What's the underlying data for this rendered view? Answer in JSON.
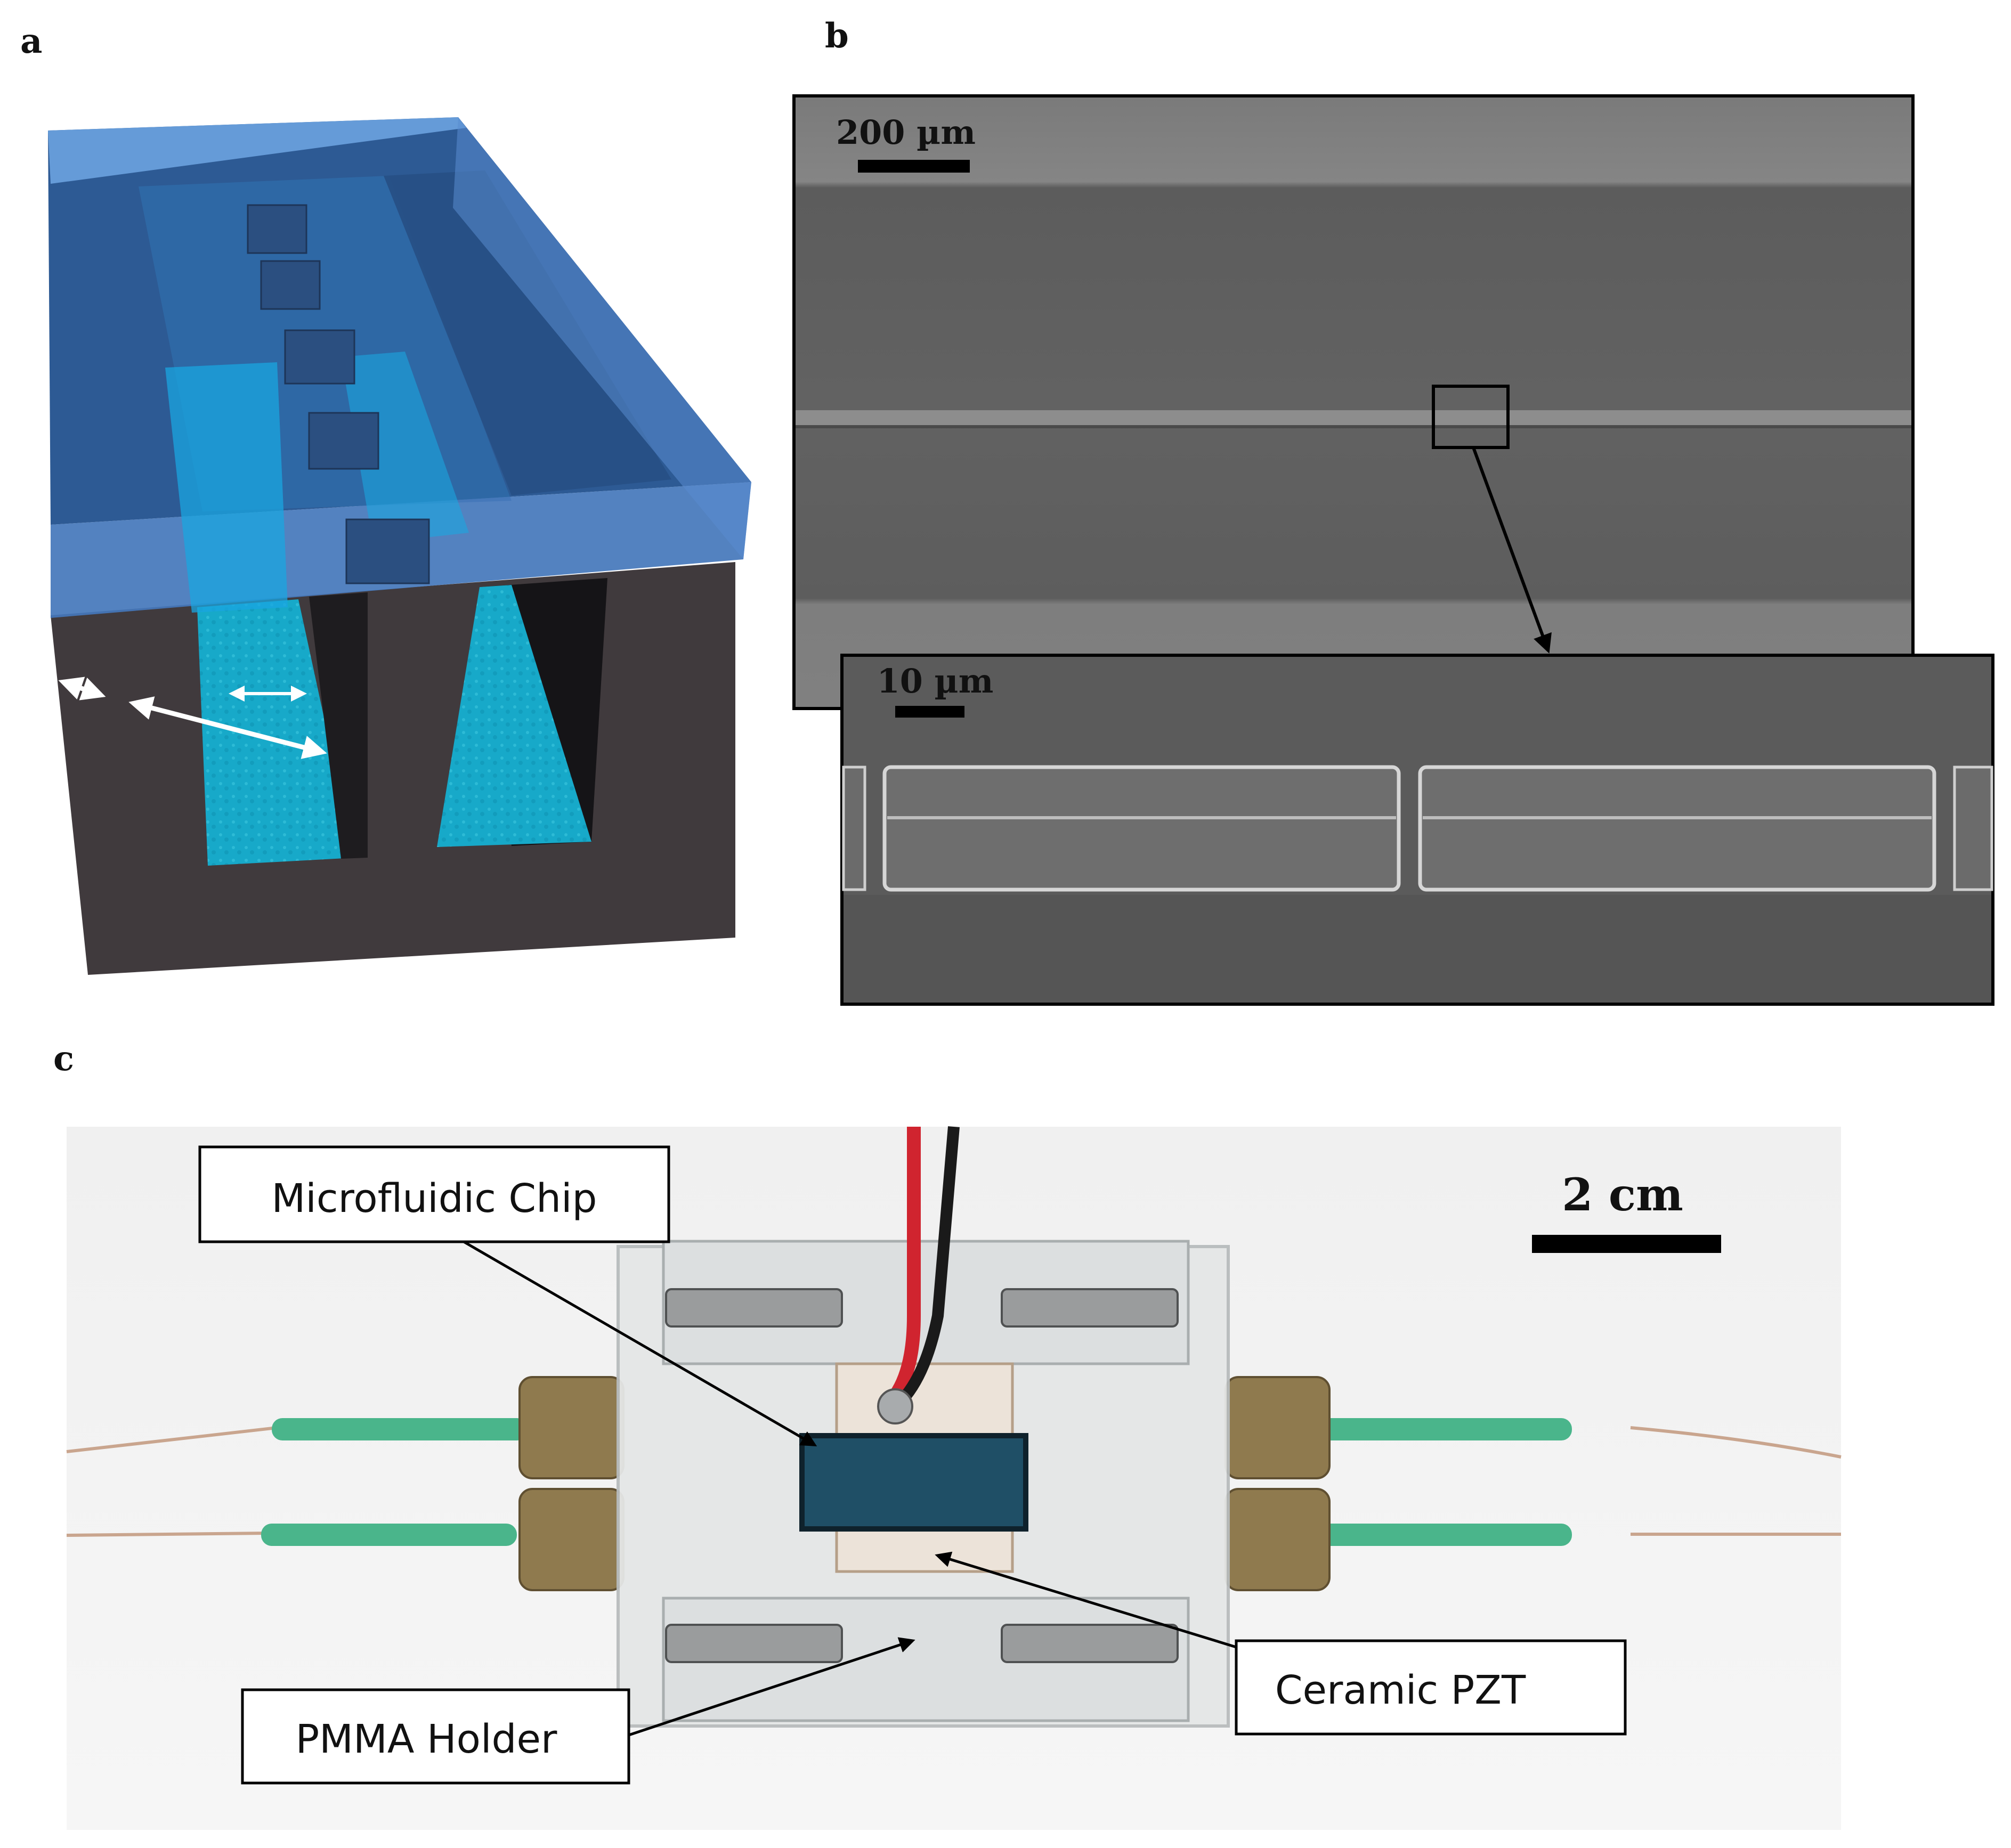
{
  "panels": {
    "a": {
      "letter": "a"
    },
    "b": {
      "letter": "b",
      "main_scale": "200 µm",
      "inset_scale": "10 µm"
    },
    "c": {
      "letter": "c",
      "scale": "2 cm",
      "labels": {
        "chip": "Microfluidic Chip",
        "pzt": "Ceramic PZT",
        "holder": "PMMA Holder"
      }
    }
  }
}
